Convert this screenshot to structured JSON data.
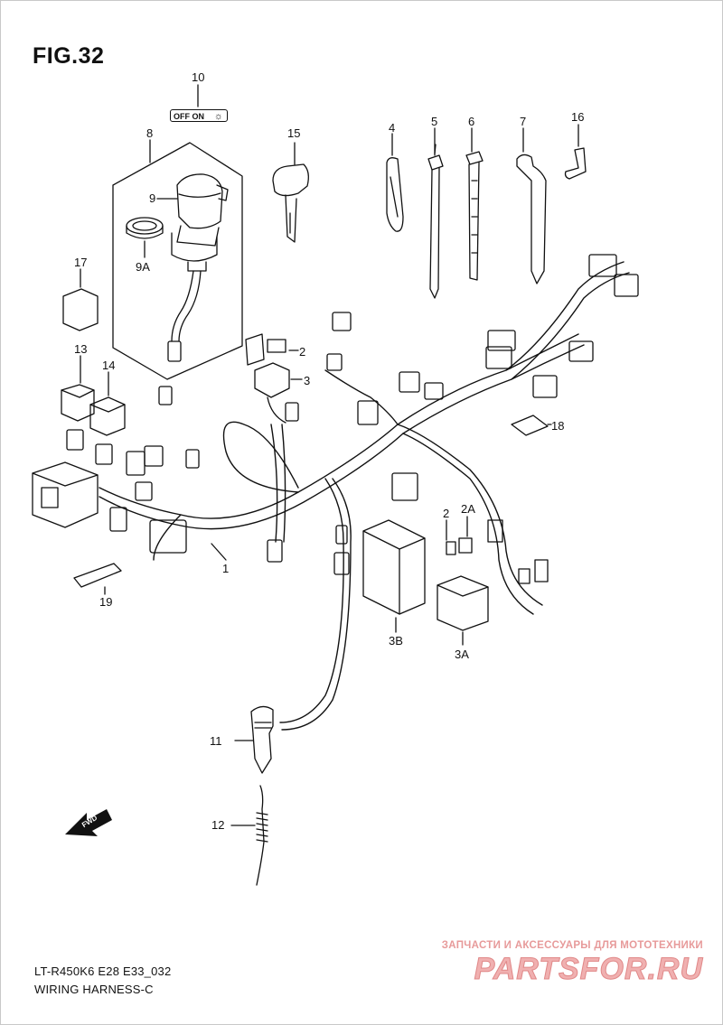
{
  "figure": {
    "title": "FIG.32",
    "model_code": "LT-R450K6 E28 E33_032",
    "section_name": "WIRING HARNESS-C"
  },
  "switch_plate": {
    "text": "OFF ON",
    "icon": "light-sun-icon"
  },
  "fwd_arrow": {
    "text": "FWD",
    "icon": "forward-arrow-icon"
  },
  "callouts": [
    {
      "id": "1",
      "label": "1"
    },
    {
      "id": "2",
      "label": "2"
    },
    {
      "id": "2b",
      "label": "2"
    },
    {
      "id": "2A",
      "label": "2A"
    },
    {
      "id": "3",
      "label": "3"
    },
    {
      "id": "3A",
      "label": "3A"
    },
    {
      "id": "3B",
      "label": "3B"
    },
    {
      "id": "4",
      "label": "4"
    },
    {
      "id": "5",
      "label": "5"
    },
    {
      "id": "6",
      "label": "6"
    },
    {
      "id": "7",
      "label": "7"
    },
    {
      "id": "8",
      "label": "8"
    },
    {
      "id": "9",
      "label": "9"
    },
    {
      "id": "9A",
      "label": "9A"
    },
    {
      "id": "10",
      "label": "10"
    },
    {
      "id": "11",
      "label": "11"
    },
    {
      "id": "12",
      "label": "12"
    },
    {
      "id": "13",
      "label": "13"
    },
    {
      "id": "14",
      "label": "14"
    },
    {
      "id": "15",
      "label": "15"
    },
    {
      "id": "16",
      "label": "16"
    },
    {
      "id": "17",
      "label": "17"
    },
    {
      "id": "18",
      "label": "18"
    },
    {
      "id": "19",
      "label": "19"
    }
  ],
  "watermark": {
    "tagline": "ЗАПЧАСТИ И АКСЕССУАРЫ ДЛЯ МОТОТЕХНИКИ",
    "logo_text": "PARTSFOR.RU",
    "color": "#e08888"
  }
}
